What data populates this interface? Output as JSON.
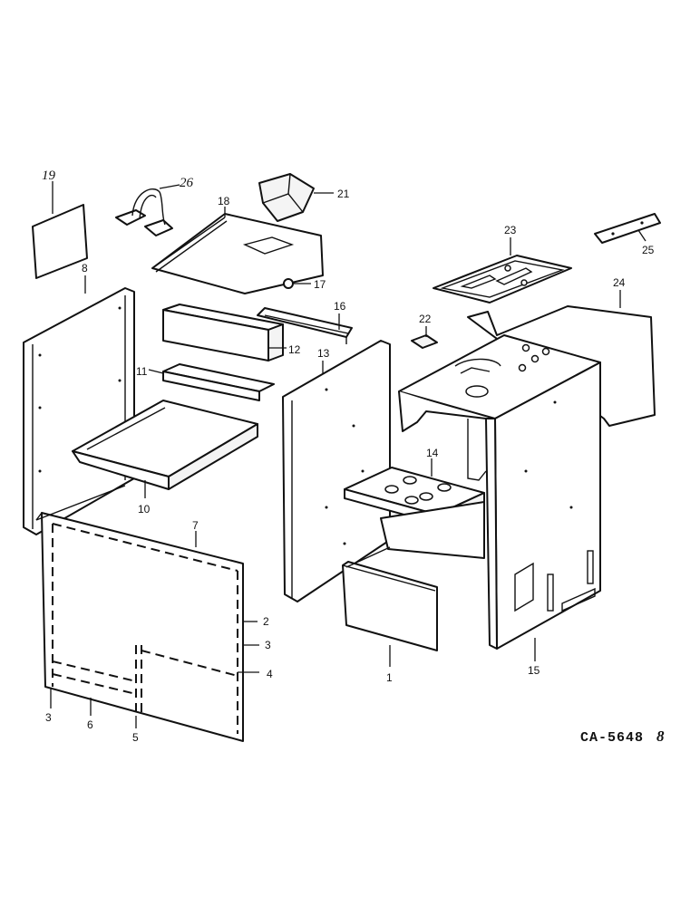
{
  "callouts": {
    "c1": "1",
    "c2": "2",
    "c3a": "3",
    "c3b": "3",
    "c4": "4",
    "c5": "5",
    "c6": "6",
    "c7": "7",
    "c8": "8",
    "c10": "10",
    "c11": "11",
    "c12": "12",
    "c13": "13",
    "c14": "14",
    "c15": "15",
    "c16": "16",
    "c17": "17",
    "c18": "18",
    "c19": "19",
    "c21": "21",
    "c22": "22",
    "c23": "23",
    "c24": "24",
    "c25": "25",
    "c26": "26"
  },
  "drawing_code": "CA-5648",
  "drawing_revision": "8"
}
